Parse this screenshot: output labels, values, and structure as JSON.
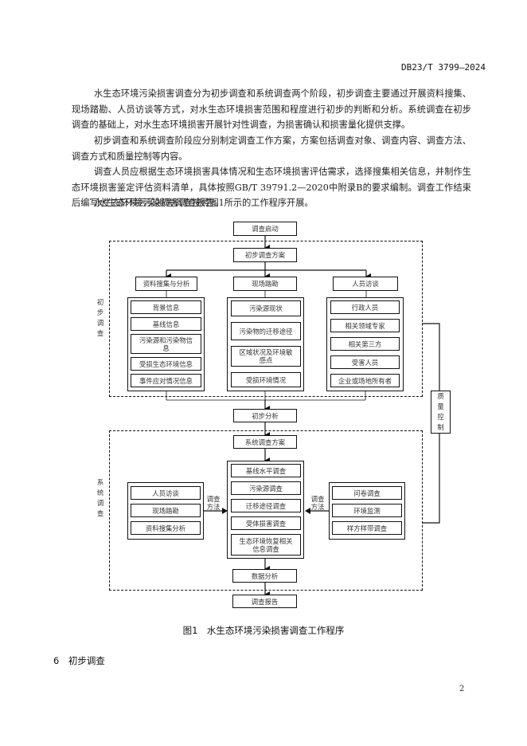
{
  "header": {
    "doc_code": "DB23/T 3799—2024"
  },
  "paragraphs": [
    "水生态环境污染损害调查分为初步调查和系统调查两个阶段，初步调查主要通过开展资料搜集、现场踏勘、人员访谈等方式，对水生态环境损害范围和程度进行初步的判断和分析。系统调查在初步调查的基础上，对水生态环境损害开展针对性调查，为损害确认和损害量化提供支撑。",
    "初步调查和系统调查阶段应分别制定调查工作方案，方案包括调查对象、调查内容、调查方法、调查方式和质量控制等内容。",
    "调查人员应根据生态环境损害具体情况和生态环境损害评估需求，选择搜集相关信息，并制作生态环境损害鉴定评估资料清单，具体按照GB/T 39791.2—2020中附录B的要求编制。调查工作结束后编写水生态环境污染损害调查报告。",
    "水生态环境污染损害调查按照图1所示的工作程序开展。"
  ],
  "flowchart": {
    "start": "调查启动",
    "preliminary": {
      "side_label": "初步调查",
      "plan": "初步调查方案",
      "branches": [
        {
          "title": "资料搜集与分析",
          "items": [
            "背景信息",
            "基线信息",
            "污染源和污染物信息",
            "受损生态环境信息",
            "事件应对情况信息"
          ]
        },
        {
          "title": "现场踏勘",
          "items": [
            "污染源现状",
            "污染物的迁移途径",
            "区域状况及环境敏感点",
            "受损环境情况"
          ]
        },
        {
          "title": "人员访谈",
          "items": [
            "行政人员",
            "相关领域专家",
            "相关第三方",
            "受害人员",
            "企业或场地所有者"
          ]
        }
      ]
    },
    "preliminary_analysis": "初步分析",
    "quality_control": "质量控制",
    "systematic": {
      "side_label": "系统调查",
      "plan": "系统调查方案",
      "left_methods": [
        "人员访谈",
        "现场踏勘",
        "资料搜集分析"
      ],
      "left_arrow_label": "调查方法",
      "center_items": [
        "基线水平调查",
        "污染源调查",
        "迁移途径调查",
        "受体损害调查",
        "生态环境恢复相关信息调查"
      ],
      "right_methods": [
        "问卷调查",
        "环境监测",
        "样方样带调查"
      ],
      "right_arrow_label": "调查方法",
      "data_analysis": "数据分析"
    },
    "report": "调查报告"
  },
  "figure_caption": "图1　水生态环境污染损害调查工作程序",
  "section_heading": "6　初步调查",
  "page_number": "2"
}
